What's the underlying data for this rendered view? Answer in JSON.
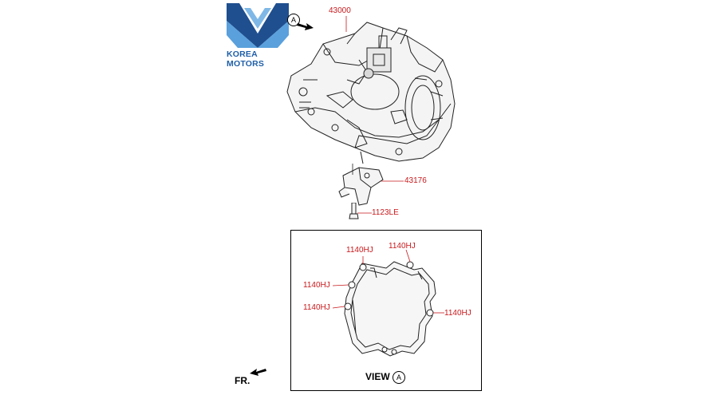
{
  "logo": {
    "brand": "KOREA MOTORS",
    "colors": {
      "dark": "#1f4f8f",
      "light": "#5aa0dc"
    }
  },
  "view_marker": "A",
  "parts": {
    "transmission": "43000",
    "bracket": "43176",
    "bolt": "1123LE"
  },
  "view_box": {
    "title": "VIEW",
    "letter": "A",
    "labels": [
      "1140HJ",
      "1140HJ",
      "1140HJ",
      "1140HJ",
      "1140HJ"
    ]
  },
  "front_marker": "FR.",
  "colors": {
    "label_red": "#c8191c",
    "line": "#222222"
  }
}
